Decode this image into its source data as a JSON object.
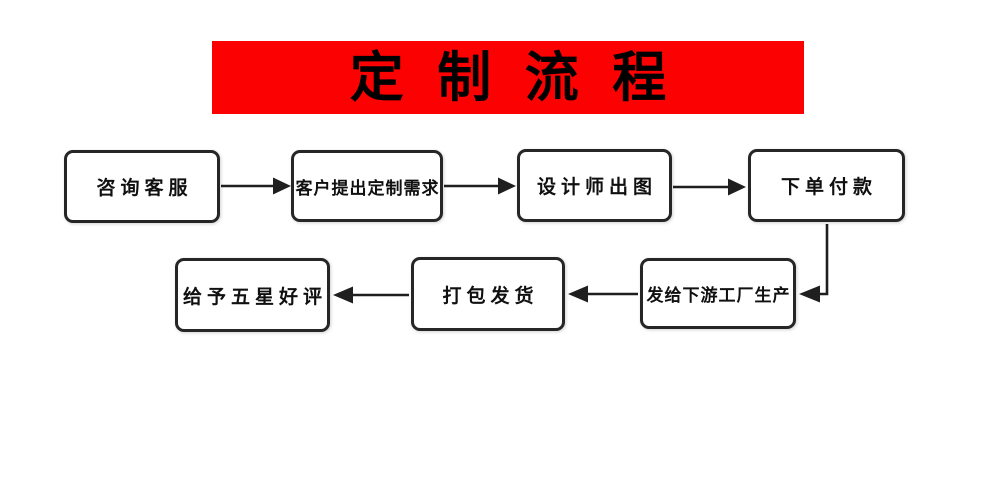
{
  "banner": {
    "title": "定 制 流 程",
    "bg_color": "#fb0101",
    "text_color": "#000000"
  },
  "flowchart": {
    "steps": [
      {
        "label": "咨询客服"
      },
      {
        "label": "客户提出定制需求"
      },
      {
        "label": "设计师出图"
      },
      {
        "label": "下单付款"
      },
      {
        "label": "发给下游工厂生产"
      },
      {
        "label": "打包发货"
      },
      {
        "label": "给予五星好评"
      }
    ]
  }
}
